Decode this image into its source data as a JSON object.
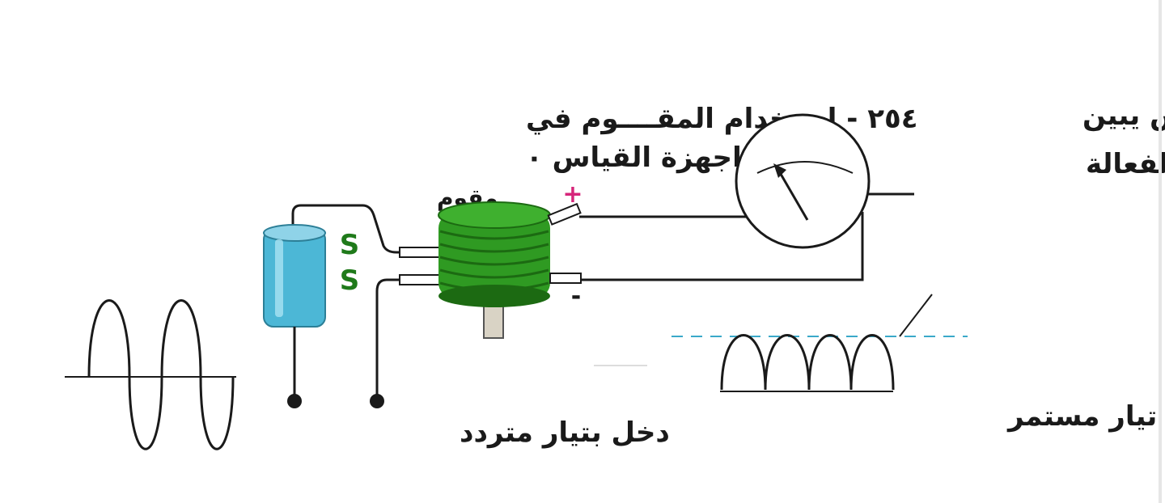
{
  "caption": {
    "line1": "٢٥٤ - استخدام المقــــوم في",
    "line2": "اجهزة القياس ٠"
  },
  "meter_label": {
    "line1": "جهاز قياس يبين",
    "line2": "القيمة الفعالة"
  },
  "rectifier_label": "مقوم",
  "rectifier_symbol": "S",
  "input_label": "دخل بتيار متردد",
  "output_label": "خرج بنبضات تيار مستمر",
  "plus_sign": "+",
  "minus_sign": "-",
  "colors": {
    "rectifier_body": "#4cb7d6",
    "coil_green": "#2f9a22",
    "coil_green_dark": "#1c6a12",
    "rectifier_symbol": "#1f7a1a",
    "plus": "#d6257a",
    "dashed_line": "#3aa9c9",
    "ink": "#1a1a1a"
  },
  "icons": [
    "rectifier-cylinder",
    "coil-meter-movement",
    "analog-meter",
    "sine-wave",
    "rectified-pulses"
  ]
}
